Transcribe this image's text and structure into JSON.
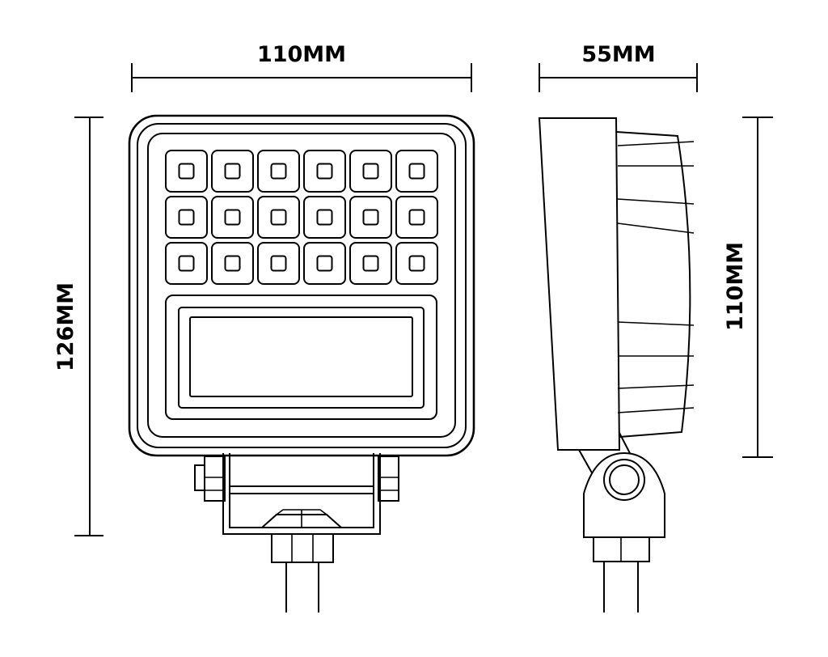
{
  "dimensions": {
    "front_width": "110MM",
    "side_depth": "55MM",
    "front_height": "126MM",
    "side_height": "110MM"
  },
  "led_grid": {
    "rows": 3,
    "cols": 6
  },
  "colors": {
    "line": "#000000",
    "background": "#ffffff"
  }
}
